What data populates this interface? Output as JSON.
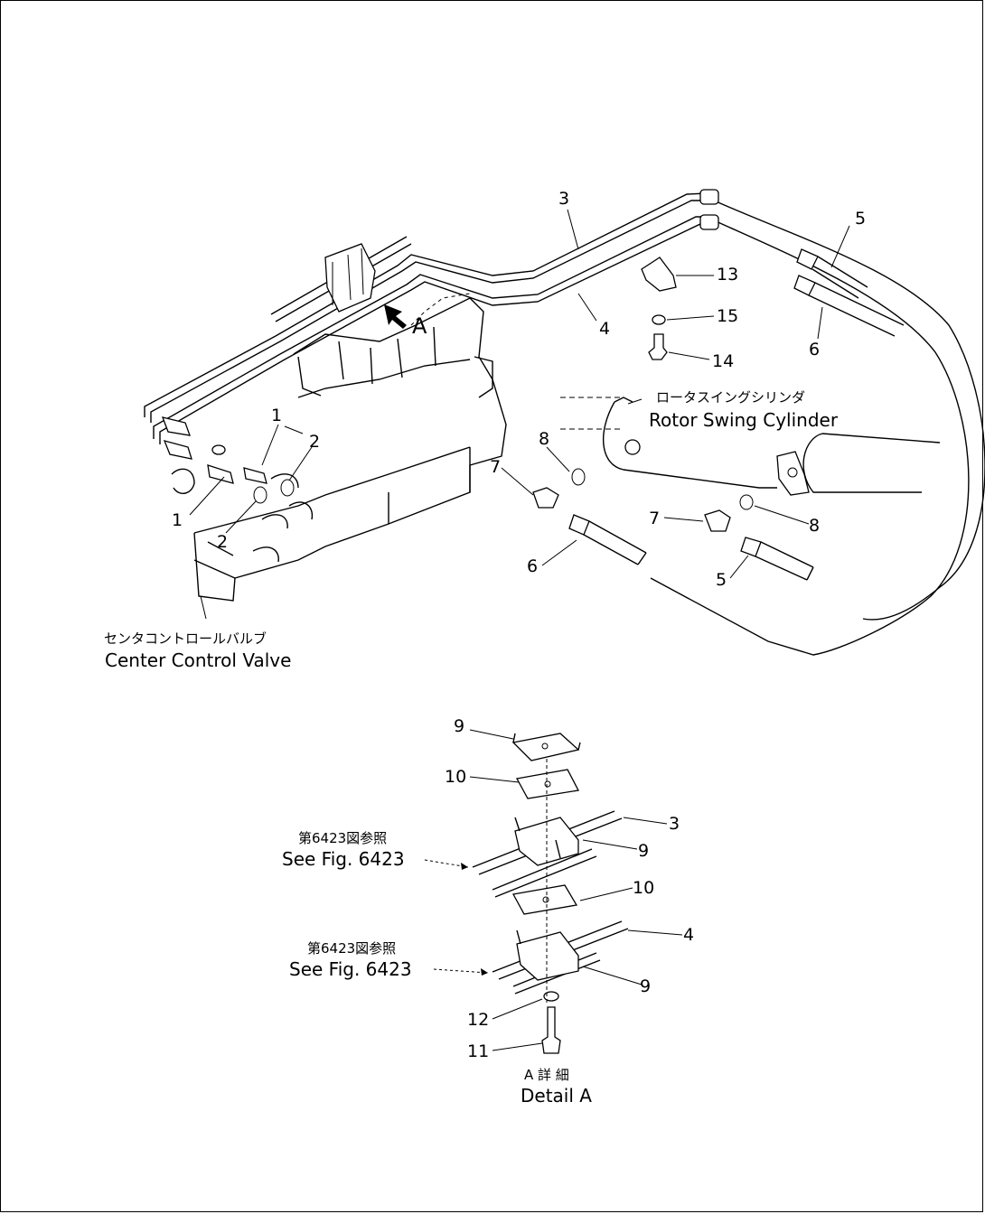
{
  "labels": {
    "detail_arrow": "A",
    "rotor_swing_jp": "ロータスイングシリンダ",
    "rotor_swing_en": "Rotor Swing Cylinder",
    "center_valve_jp": "センタコントロールバルブ",
    "center_valve_en": "Center Control Valve",
    "see_fig_jp": "第6423図参照",
    "see_fig_en": "See Fig. 6423",
    "detail_jp": "A 詳 細",
    "detail_en": "Detail A"
  },
  "callouts": {
    "c1a": "1",
    "c1b": "1",
    "c2a": "2",
    "c2b": "2",
    "c3": "3",
    "c4": "4",
    "c5a": "5",
    "c5b": "5",
    "c6a": "6",
    "c6b": "6",
    "c7a": "7",
    "c7b": "7",
    "c8a": "8",
    "c8b": "8",
    "c13": "13",
    "c14": "14",
    "c15": "15",
    "d9a": "9",
    "d9b": "9",
    "d9c": "9",
    "d10a": "10",
    "d10b": "10",
    "d3": "3",
    "d4": "4",
    "d11": "11",
    "d12": "12"
  }
}
